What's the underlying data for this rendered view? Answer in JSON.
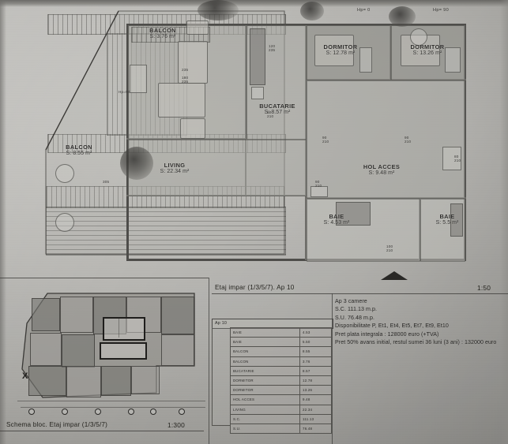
{
  "document": {
    "type": "architectural-floor-plan-scan",
    "language": "ro"
  },
  "main_plan": {
    "caption": "Etaj impar (1/3/5/7). Ap 10",
    "scale": "1:50",
    "north_arrow": "north-arrow",
    "rooms": [
      {
        "key": "balcon_top",
        "name": "BALCON",
        "area_text": "S: 3.76 m²",
        "area": 3.76
      },
      {
        "key": "balcon_left",
        "name": "BALCON",
        "area_text": "S: 8.55 m²",
        "area": 8.55
      },
      {
        "key": "living",
        "name": "LIVING",
        "area_text": "S: 22.34 m²",
        "area": 22.34
      },
      {
        "key": "bucatarie",
        "name": "BUCATARIE",
        "area_text": "S: 8.57 m²",
        "area": 8.57
      },
      {
        "key": "dormitor_1",
        "name": "DORMITOR",
        "area_text": "S: 12.78 m²",
        "area": 12.78
      },
      {
        "key": "dormitor_2",
        "name": "DORMITOR",
        "area_text": "S: 13.26 m²",
        "area": 13.26
      },
      {
        "key": "hol_acces",
        "name": "HOL ACCES",
        "area_text": "S: 9.48 m²",
        "area": 9.48
      },
      {
        "key": "baie_1",
        "name": "BAIE",
        "area_text": "S: 4.53 m²",
        "area": 4.53
      },
      {
        "key": "baie_2",
        "name": "BAIE",
        "area_text": "S: 5.5 m²",
        "area": 5.5
      }
    ],
    "sill_annotations": [
      {
        "key": "hp_0",
        "text": "Hp= 0"
      },
      {
        "key": "hp_90",
        "text": "Hp= 90"
      }
    ],
    "dimension_notes": [
      {
        "key": "door_hol",
        "text": "80\n210"
      },
      {
        "key": "door_baie",
        "text": "100\n210"
      },
      {
        "key": "win_dorm_1",
        "text": "90\n210"
      },
      {
        "key": "win_dorm_2",
        "text": "90\n210"
      },
      {
        "key": "win_living",
        "text": "90\n210"
      },
      {
        "key": "win_buc",
        "text": "90\n210"
      },
      {
        "key": "opening_a",
        "text": "120\n235"
      },
      {
        "key": "opening_b",
        "text": "180\n235"
      },
      {
        "key": "hp_left",
        "text": "Hp=90"
      },
      {
        "key": "small_1",
        "text": "305"
      },
      {
        "key": "small_2",
        "text": "235"
      }
    ]
  },
  "schema_plan": {
    "caption": "Schema bloc. Etaj impar (1/3/5/7)",
    "scale": "1:300",
    "highlight_marker": "X"
  },
  "areas_table": {
    "header": "Ap 10",
    "rows": [
      {
        "room": "BAIE",
        "value": "4.53"
      },
      {
        "room": "BAIE",
        "value": "5.50"
      },
      {
        "room": "BALCON",
        "value": "8.55"
      },
      {
        "room": "BALCON",
        "value": "3.76"
      },
      {
        "room": "BUCATARIE",
        "value": "8.57"
      },
      {
        "room": "DORMITOR",
        "value": "12.78"
      },
      {
        "room": "DORMITOR",
        "value": "13.26"
      },
      {
        "room": "HOL ACCES",
        "value": "9.48"
      },
      {
        "room": "LIVING",
        "value": "22.34"
      },
      {
        "room": "S.C.",
        "value": "111.13"
      },
      {
        "room": "S.U.",
        "value": "76.48"
      }
    ]
  },
  "specs": {
    "line_1": "Ap 3 camere",
    "line_2": "S.C. 111.13 m.p.",
    "line_3": "S.U. 76.48 m.p.",
    "line_4": "Disponibilitate P, Et1, Et4, Et5, Et7, Et9, Et10",
    "line_5": "Pret plata integrala : 128000 euro (+TVA)",
    "line_6": "Pret 50% avans initial, restul sumei 36 luni (3 ani) : 132000 euro"
  },
  "colors": {
    "ink": "#2a2927",
    "wall": "#4e4d4a",
    "paper": "#b9b8b4"
  }
}
